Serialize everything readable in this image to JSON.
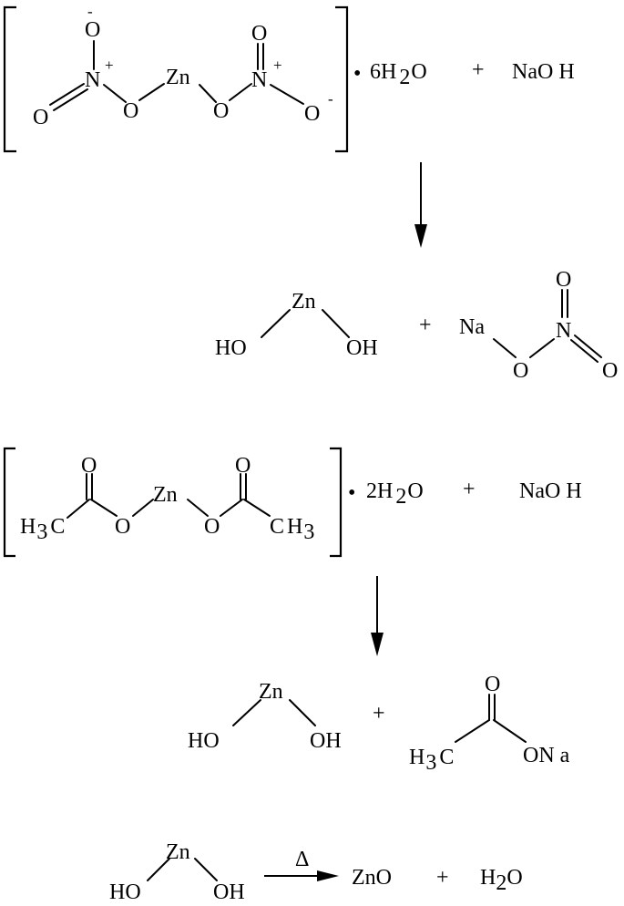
{
  "reaction1": {
    "reactant_complex": {
      "atoms": {
        "o_minus_top": "O",
        "minus_top": "-",
        "n_left": "N",
        "plus_left": "+",
        "o_double_left": "O",
        "o_bridge_left": "O",
        "zn": "Zn",
        "o_bridge_right": "O",
        "n_right": "N",
        "plus_right": "+",
        "o_double_right": "O",
        "o_minus_right": "O",
        "minus_right": "-"
      },
      "hydrate_dot": "•",
      "hydrate": {
        "count": "6H",
        "sub": "2",
        "tail": "O"
      }
    },
    "plus": "+",
    "reagent": "NaO H",
    "product_hydroxide": {
      "zn": "Zn",
      "ho": "HO",
      "oh": "OH"
    },
    "product_plus": "+",
    "product_nitrate": {
      "na": "Na",
      "o_link": "O",
      "n": "N",
      "o_top": "O",
      "o_right": "O"
    }
  },
  "reaction2": {
    "reactant_complex": {
      "atoms": {
        "h3c_h": "H",
        "h3c_sub": "3",
        "h3c_c": "C",
        "o_carbonyl_left": "O",
        "o_link_left": "O",
        "zn": "Zn",
        "o_link_right": "O",
        "o_carbonyl_right": "O",
        "ch3_c": "C",
        "ch3_h": "H",
        "ch3_sub": "3"
      },
      "hydrate_dot": "•",
      "hydrate": {
        "count": "2H",
        "sub": "2",
        "tail": "O"
      }
    },
    "plus": "+",
    "reagent": "NaO H",
    "product_hydroxide": {
      "zn": "Zn",
      "ho": "HO",
      "oh": "OH"
    },
    "product_plus": "+",
    "product_acetate": {
      "o_carbonyl": "O",
      "h3c_h": "H",
      "h3c_sub": "3",
      "h3c_c": "C",
      "ona": "ON a"
    }
  },
  "reaction3": {
    "reactant": {
      "zn": "Zn",
      "ho": "HO",
      "oh": "OH"
    },
    "condition": "Δ",
    "product_zno": "ZnO",
    "plus": "+",
    "water": {
      "h": "H",
      "sub": "2",
      "o": "O"
    }
  }
}
